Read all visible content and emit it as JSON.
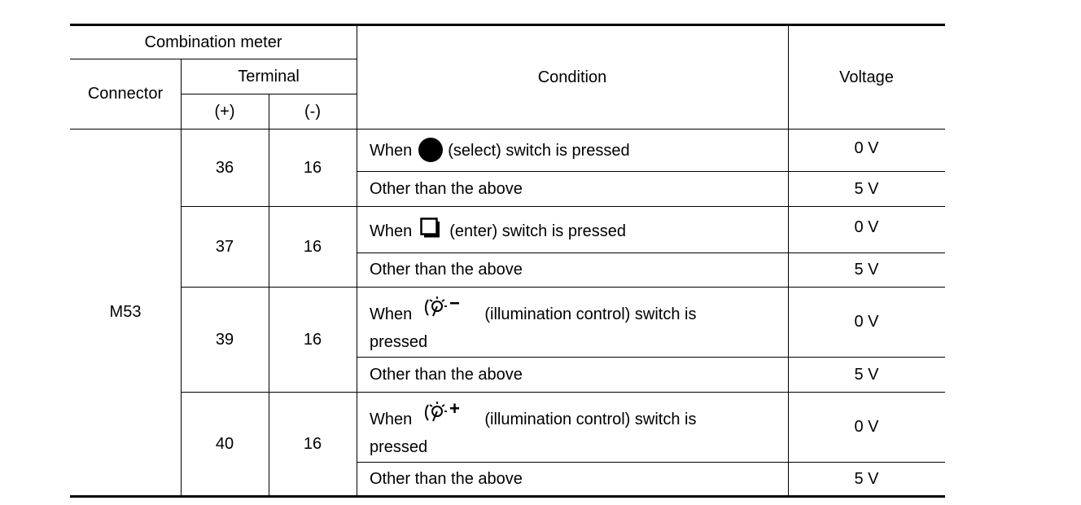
{
  "header": {
    "combination_meter": "Combination meter",
    "connector": "Connector",
    "terminal": "Terminal",
    "plus": "(+)",
    "minus": "(-)",
    "condition": "Condition",
    "voltage": "Voltage"
  },
  "connector": "M53",
  "groups": [
    {
      "plus": "36",
      "minus": "16",
      "rows": [
        {
          "pre": "When",
          "icon": "select-dot-icon",
          "post": "(select) switch is pressed",
          "voltage": "0 V"
        },
        {
          "text": "Other than the above",
          "voltage": "5 V"
        }
      ]
    },
    {
      "plus": "37",
      "minus": "16",
      "rows": [
        {
          "pre": "When",
          "icon": "enter-square-icon",
          "post": "(enter) switch is pressed",
          "voltage": "0 V"
        },
        {
          "text": "Other than the above",
          "voltage": "5 V"
        }
      ]
    },
    {
      "plus": "39",
      "minus": "16",
      "rows": [
        {
          "pre": "When",
          "icon": "illumination-minus-icon",
          "post": "(illumination control) switch is",
          "post2": "pressed",
          "voltage": "0 V"
        },
        {
          "text": "Other than the above",
          "voltage": "5 V"
        }
      ]
    },
    {
      "plus": "40",
      "minus": "16",
      "rows": [
        {
          "pre": "When",
          "icon": "illumination-plus-icon",
          "post": "(illumination control) switch is",
          "post2": "pressed",
          "voltage": "0 V"
        },
        {
          "text": "Other than the above",
          "voltage": "5 V"
        }
      ]
    }
  ]
}
